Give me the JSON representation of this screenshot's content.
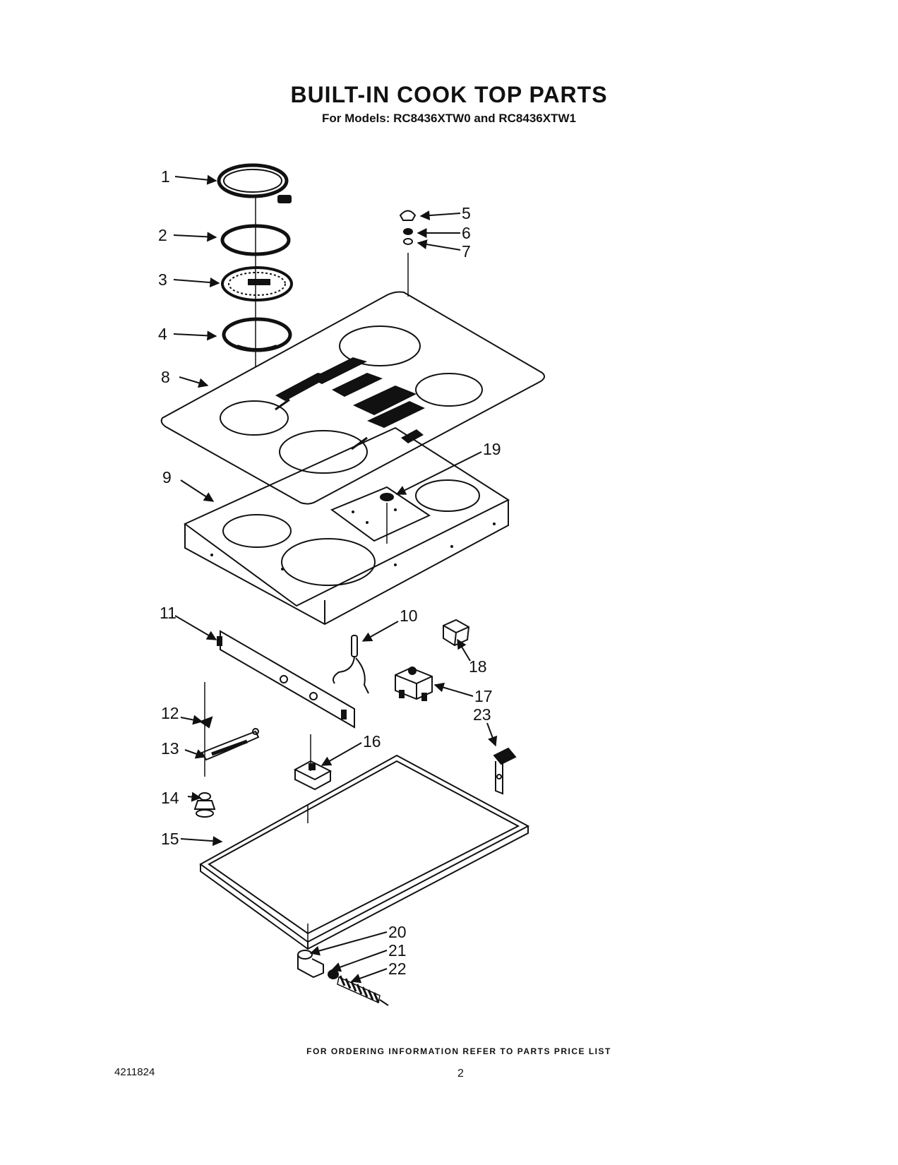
{
  "header": {
    "title": "BUILT-IN COOK TOP PARTS",
    "subtitle": "For Models: RC8436XTW0 and RC8436XTW1"
  },
  "callouts": [
    "1",
    "2",
    "3",
    "4",
    "5",
    "6",
    "7",
    "8",
    "9",
    "10",
    "11",
    "12",
    "13",
    "14",
    "15",
    "16",
    "17",
    "18",
    "19",
    "20",
    "21",
    "22",
    "23"
  ],
  "footer": {
    "ordering_note": "FOR ORDERING INFORMATION REFER TO PARTS PRICE LIST",
    "doc_number": "4211824",
    "page_number": "2"
  }
}
